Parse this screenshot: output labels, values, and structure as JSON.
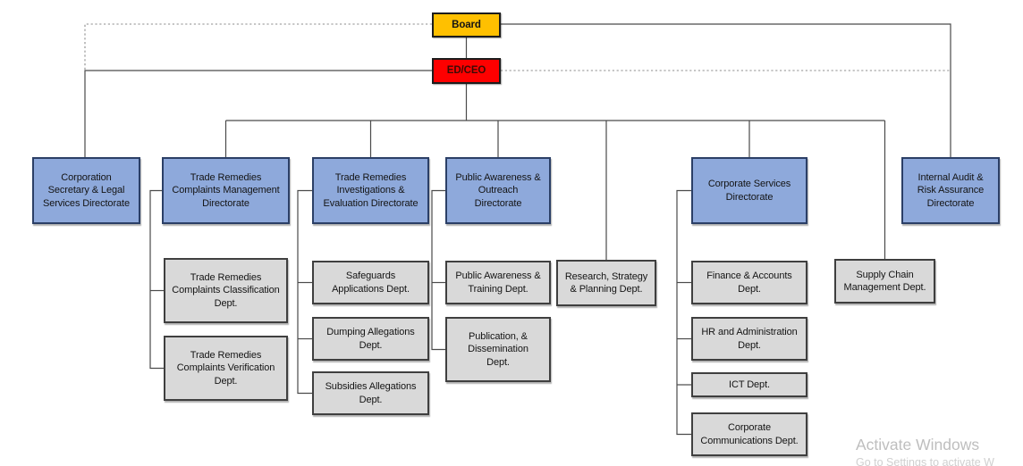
{
  "colors": {
    "board_fill": "#FFC000",
    "ceo_fill": "#FE0000",
    "directorate_fill": "#8EA9DB",
    "directorate_border": "#2B3F66",
    "dept_fill": "#D9D9D9",
    "dept_border": "#3F3F3F",
    "solid_line": "#4A4A4A",
    "dotted_line": "#8C8C8C"
  },
  "org": {
    "board": "Board",
    "ceo": "ED/CEO",
    "directorates": {
      "corp_secretary": "Corporation\nSecretary & Legal\nServices Directorate",
      "trcm": "Trade Remedies\nComplaints Management\nDirectorate",
      "trie": "Trade Remedies\nInvestigations &\nEvaluation Directorate",
      "pao": "Public Awareness &\nOutreach\nDirectorate",
      "cs": "Corporate Services\nDirectorate",
      "ia": "Internal Audit &\nRisk Assurance\nDirectorate"
    },
    "departments": {
      "trcm_classification": "Trade Remedies\nComplaints Classification\nDept.",
      "trcm_verification": "Trade Remedies\nComplaints Verification\nDept.",
      "safeguards": "Safeguards\nApplications Dept.",
      "dumping": "Dumping Allegations\nDept.",
      "subsidies": "Subsidies Allegations\nDept.",
      "pa_training": "Public Awareness &\nTraining Dept.",
      "publication": "Publication, &\nDissemination\nDept.",
      "research": "Research, Strategy\n& Planning Dept.",
      "finance": "Finance & Accounts\nDept.",
      "hr": "HR and Administration\nDept.",
      "ict": "ICT Dept.",
      "corp_comms": "Corporate\nCommunications Dept.",
      "supply_chain": "Supply Chain\nManagement Dept."
    }
  },
  "watermark": {
    "title": "Activate Windows",
    "subtitle": "Go to Settings to activate W"
  }
}
